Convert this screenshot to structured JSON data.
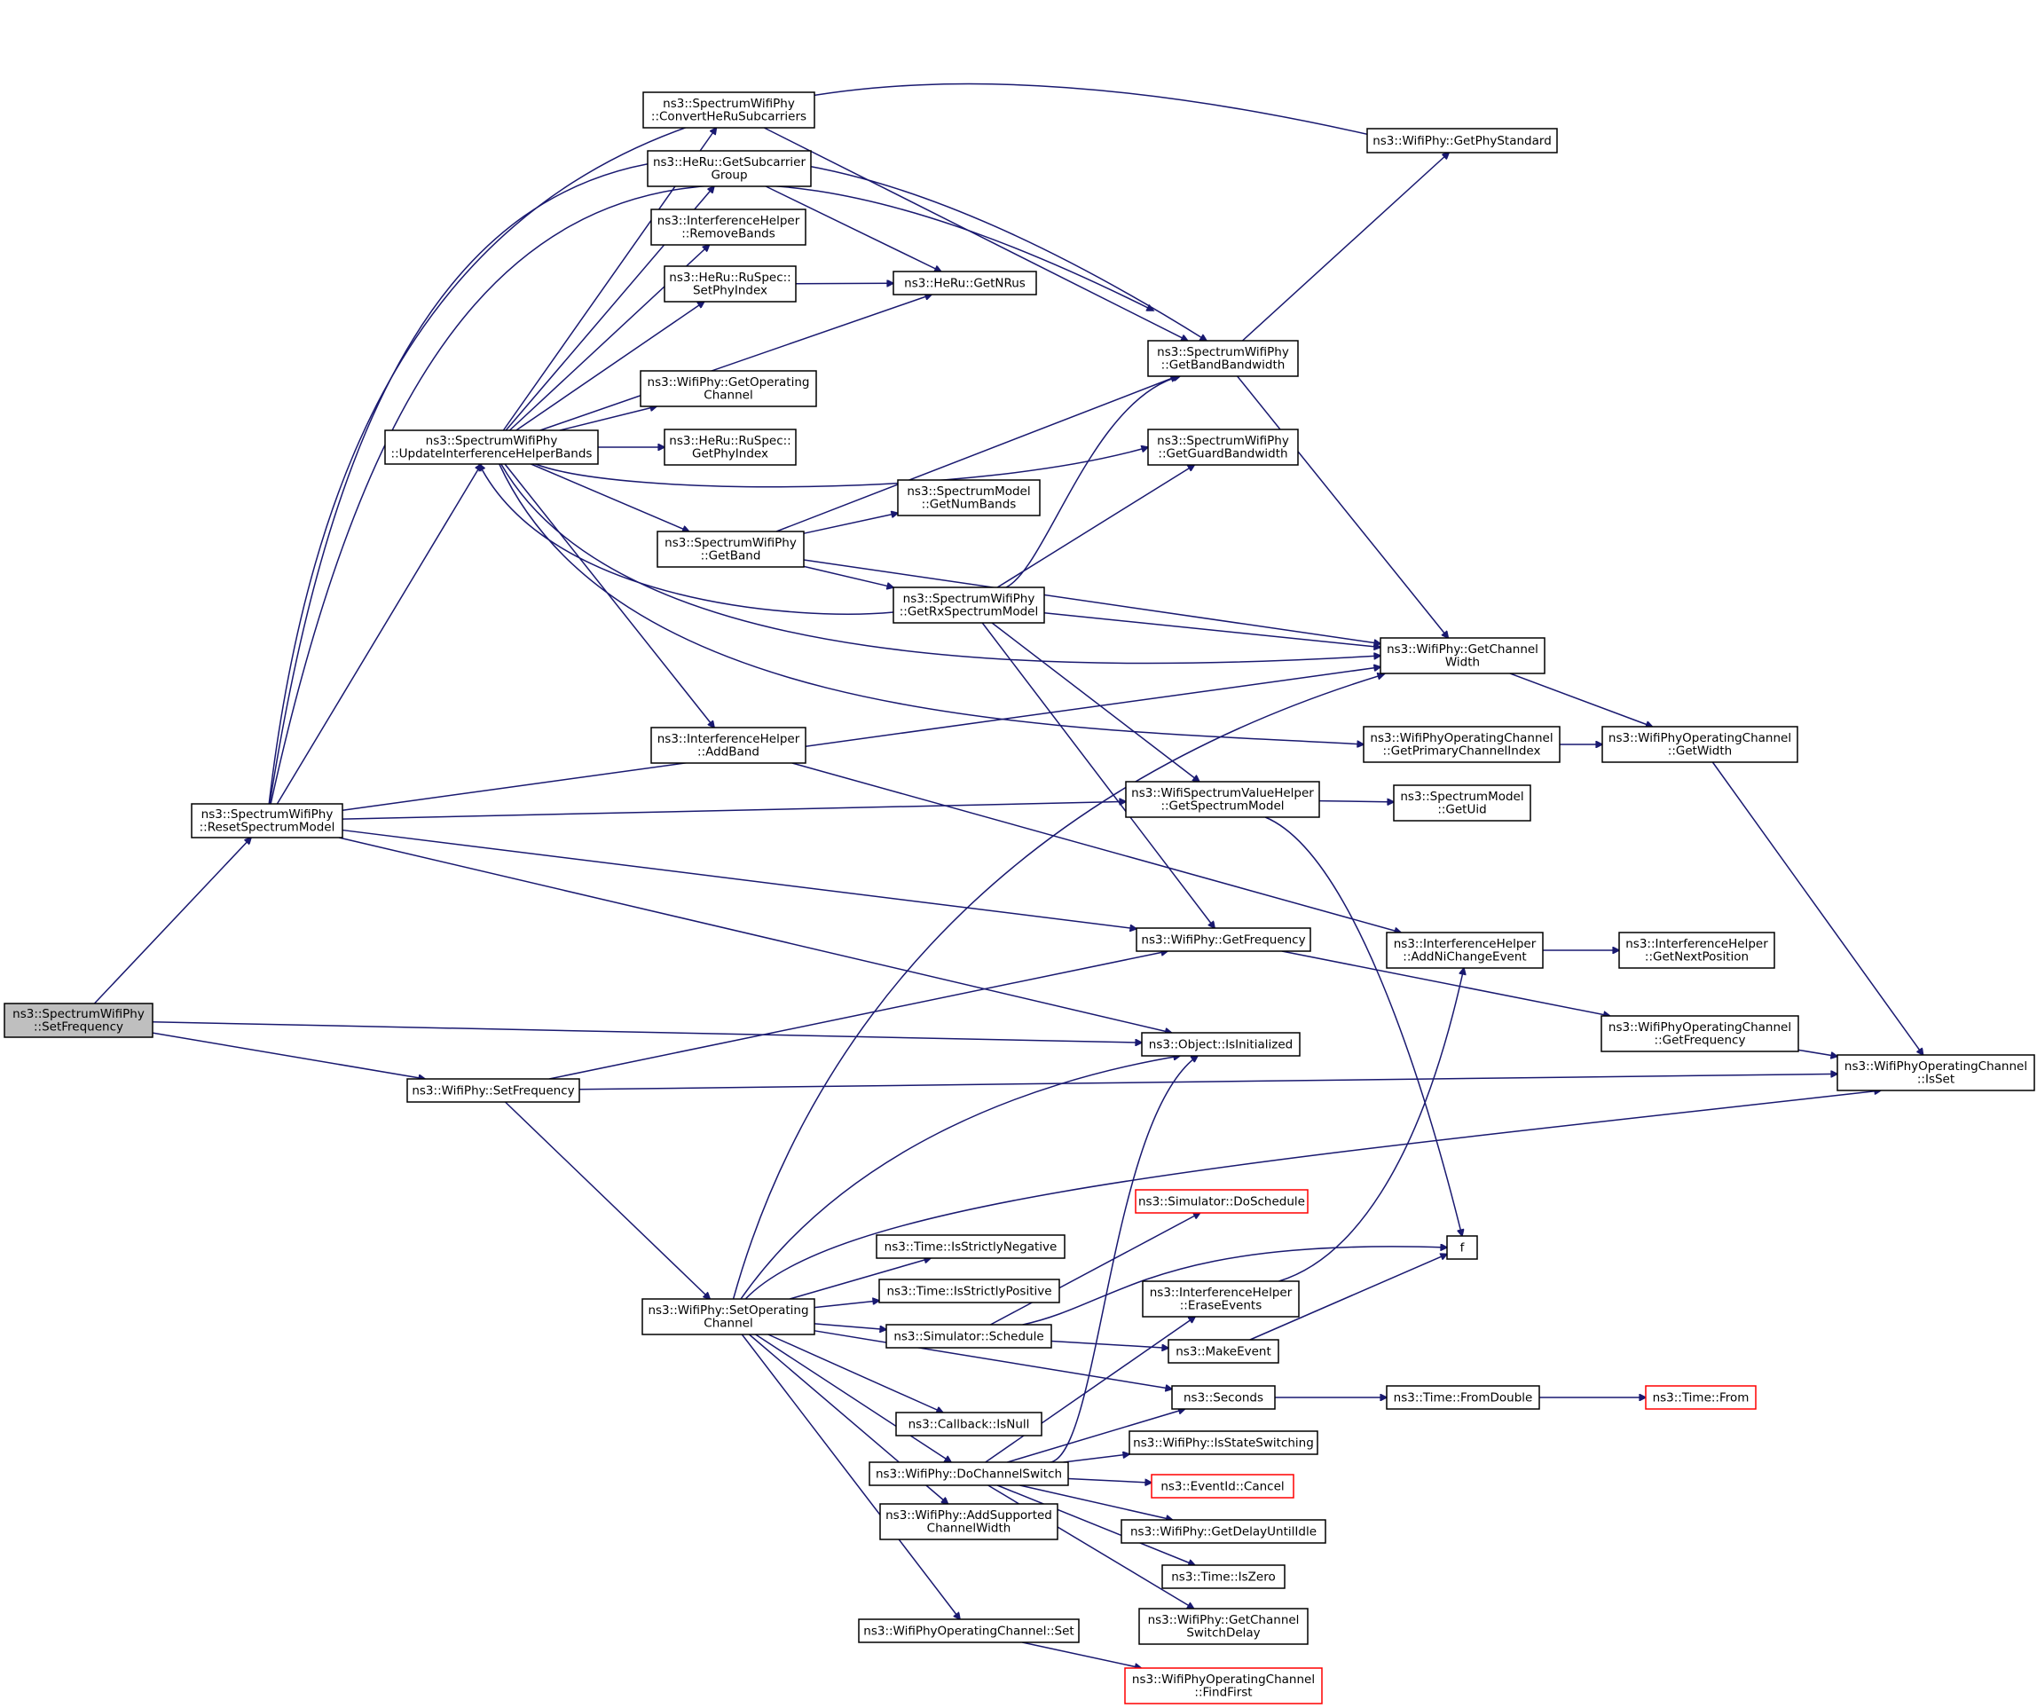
{
  "graph": {
    "colors": {
      "edge": "#191970",
      "node_border": "#000000",
      "truncated_border": "#ff0000",
      "root_fill": "#bfbfbf",
      "node_fill": "#ffffff"
    },
    "nodes": [
      {
        "id": "n0",
        "lines": [
          "ns3::SpectrumWifiPhy",
          "::SetFrequency"
        ],
        "root": true
      },
      {
        "id": "n1",
        "lines": [
          "ns3::SpectrumWifiPhy",
          "::ResetSpectrumModel"
        ]
      },
      {
        "id": "n2",
        "lines": [
          "ns3::SpectrumWifiPhy",
          "::UpdateInterferenceHelperBands"
        ]
      },
      {
        "id": "n3",
        "lines": [
          "ns3::SpectrumWifiPhy",
          "::ConvertHeRuSubcarriers"
        ]
      },
      {
        "id": "n4",
        "lines": [
          "ns3::HeRu::GetSubcarrier",
          "Group"
        ]
      },
      {
        "id": "n5",
        "lines": [
          "ns3::InterferenceHelper",
          "::RemoveBands"
        ]
      },
      {
        "id": "n6",
        "lines": [
          "ns3::HeRu::RuSpec::",
          "SetPhyIndex"
        ]
      },
      {
        "id": "n7",
        "lines": [
          "ns3::HeRu::GetNRus"
        ]
      },
      {
        "id": "n8",
        "lines": [
          "ns3::WifiPhy::GetOperating",
          "Channel"
        ]
      },
      {
        "id": "n9",
        "lines": [
          "ns3::HeRu::RuSpec::",
          "GetPhyIndex"
        ]
      },
      {
        "id": "n10",
        "lines": [
          "ns3::SpectrumModel",
          "::GetNumBands"
        ]
      },
      {
        "id": "n11",
        "lines": [
          "ns3::SpectrumWifiPhy",
          "::GetBand"
        ]
      },
      {
        "id": "n12",
        "lines": [
          "ns3::SpectrumWifiPhy",
          "::GetRxSpectrumModel"
        ]
      },
      {
        "id": "n13",
        "lines": [
          "ns3::InterferenceHelper",
          "::AddBand"
        ]
      },
      {
        "id": "n14",
        "lines": [
          "ns3::WifiPhy::GetPhyStandard"
        ]
      },
      {
        "id": "n15",
        "lines": [
          "ns3::SpectrumWifiPhy",
          "::GetBandBandwidth"
        ]
      },
      {
        "id": "n16",
        "lines": [
          "ns3::SpectrumWifiPhy",
          "::GetGuardBandwidth"
        ]
      },
      {
        "id": "n17",
        "lines": [
          "ns3::WifiPhy::GetChannel",
          "Width"
        ]
      },
      {
        "id": "n18",
        "lines": [
          "ns3::WifiPhyOperatingChannel",
          "::GetPrimaryChannelIndex"
        ]
      },
      {
        "id": "n19",
        "lines": [
          "ns3::WifiPhyOperatingChannel",
          "::GetWidth"
        ]
      },
      {
        "id": "n20",
        "lines": [
          "ns3::WifiSpectrumValueHelper",
          "::GetSpectrumModel"
        ]
      },
      {
        "id": "n21",
        "lines": [
          "ns3::SpectrumModel",
          "::GetUid"
        ]
      },
      {
        "id": "n22",
        "lines": [
          "ns3::WifiPhy::GetFrequency"
        ]
      },
      {
        "id": "n23",
        "lines": [
          "ns3::InterferenceHelper",
          "::AddNiChangeEvent"
        ]
      },
      {
        "id": "n24",
        "lines": [
          "ns3::InterferenceHelper",
          "::GetNextPosition"
        ]
      },
      {
        "id": "n25",
        "lines": [
          "ns3::Object::IsInitialized"
        ]
      },
      {
        "id": "n26",
        "lines": [
          "ns3::WifiPhyOperatingChannel",
          "::GetFrequency"
        ]
      },
      {
        "id": "n27",
        "lines": [
          "ns3::WifiPhyOperatingChannel",
          "::IsSet"
        ]
      },
      {
        "id": "n28",
        "lines": [
          "ns3::WifiPhy::SetFrequency"
        ]
      },
      {
        "id": "n29",
        "lines": [
          "ns3::WifiPhy::SetOperating",
          "Channel"
        ]
      },
      {
        "id": "n30",
        "lines": [
          "ns3::Simulator::DoSchedule"
        ],
        "truncated": true
      },
      {
        "id": "n31",
        "lines": [
          "ns3::Time::IsStrictlyNegative"
        ]
      },
      {
        "id": "n32",
        "lines": [
          "f"
        ]
      },
      {
        "id": "n33",
        "lines": [
          "ns3::Time::IsStrictlyPositive"
        ]
      },
      {
        "id": "n34",
        "lines": [
          "ns3::InterferenceHelper",
          "::EraseEvents"
        ]
      },
      {
        "id": "n35",
        "lines": [
          "ns3::Simulator::Schedule"
        ]
      },
      {
        "id": "n36",
        "lines": [
          "ns3::MakeEvent"
        ]
      },
      {
        "id": "n37",
        "lines": [
          "ns3::Seconds"
        ]
      },
      {
        "id": "n38",
        "lines": [
          "ns3::Time::FromDouble"
        ]
      },
      {
        "id": "n39",
        "lines": [
          "ns3::Time::From"
        ],
        "truncated": true
      },
      {
        "id": "n40",
        "lines": [
          "ns3::Callback::IsNull"
        ]
      },
      {
        "id": "n41",
        "lines": [
          "ns3::WifiPhy::IsStateSwitching"
        ]
      },
      {
        "id": "n42",
        "lines": [
          "ns3::WifiPhy::DoChannelSwitch"
        ]
      },
      {
        "id": "n43",
        "lines": [
          "ns3::EventId::Cancel"
        ],
        "truncated": true
      },
      {
        "id": "n44",
        "lines": [
          "ns3::WifiPhy::AddSupported",
          "ChannelWidth"
        ]
      },
      {
        "id": "n45",
        "lines": [
          "ns3::WifiPhy::GetDelayUntilIdle"
        ]
      },
      {
        "id": "n46",
        "lines": [
          "ns3::Time::IsZero"
        ]
      },
      {
        "id": "n47",
        "lines": [
          "ns3::WifiPhy::GetChannel",
          "SwitchDelay"
        ]
      },
      {
        "id": "n48",
        "lines": [
          "ns3::WifiPhyOperatingChannel::Set"
        ]
      },
      {
        "id": "n49",
        "lines": [
          "ns3::WifiPhyOperatingChannel",
          "::FindFirst"
        ],
        "truncated": true
      }
    ],
    "edges": [
      {
        "from": "n0",
        "to": "n1"
      },
      {
        "from": "n0",
        "to": "n25"
      },
      {
        "from": "n0",
        "to": "n28"
      },
      {
        "from": "n1",
        "to": "n2"
      },
      {
        "from": "n1",
        "to": "n14"
      },
      {
        "from": "n1",
        "to": "n15"
      },
      {
        "from": "n1",
        "to": "n16"
      },
      {
        "from": "n1",
        "to": "n17"
      },
      {
        "from": "n1",
        "to": "n20"
      },
      {
        "from": "n1",
        "to": "n22"
      },
      {
        "from": "n1",
        "to": "n25"
      },
      {
        "from": "n2",
        "to": "n3"
      },
      {
        "from": "n2",
        "to": "n4"
      },
      {
        "from": "n2",
        "to": "n5"
      },
      {
        "from": "n2",
        "to": "n6"
      },
      {
        "from": "n2",
        "to": "n7"
      },
      {
        "from": "n2",
        "to": "n8"
      },
      {
        "from": "n2",
        "to": "n9"
      },
      {
        "from": "n2",
        "to": "n16"
      },
      {
        "from": "n2",
        "to": "n11"
      },
      {
        "from": "n2",
        "to": "n17"
      },
      {
        "from": "n2",
        "to": "n18"
      },
      {
        "from": "n2",
        "to": "n13"
      },
      {
        "from": "n3",
        "to": "n15"
      },
      {
        "from": "n4",
        "to": "n7"
      },
      {
        "from": "n6",
        "to": "n7"
      },
      {
        "from": "n11",
        "to": "n15"
      },
      {
        "from": "n11",
        "to": "n10"
      },
      {
        "from": "n11",
        "to": "n17"
      },
      {
        "from": "n11",
        "to": "n12"
      },
      {
        "from": "n12",
        "to": "n2"
      },
      {
        "from": "n12",
        "to": "n15"
      },
      {
        "from": "n12",
        "to": "n16"
      },
      {
        "from": "n12",
        "to": "n17"
      },
      {
        "from": "n12",
        "to": "n20"
      },
      {
        "from": "n12",
        "to": "n22"
      },
      {
        "from": "n13",
        "to": "n23"
      },
      {
        "from": "n15",
        "to": "n14"
      },
      {
        "from": "n15",
        "to": "n17"
      },
      {
        "from": "n17",
        "to": "n19"
      },
      {
        "from": "n18",
        "to": "n19"
      },
      {
        "from": "n19",
        "to": "n27"
      },
      {
        "from": "n20",
        "to": "n21"
      },
      {
        "from": "n20",
        "to": "n32"
      },
      {
        "from": "n22",
        "to": "n26"
      },
      {
        "from": "n23",
        "to": "n24"
      },
      {
        "from": "n26",
        "to": "n27"
      },
      {
        "from": "n28",
        "to": "n22"
      },
      {
        "from": "n28",
        "to": "n27"
      },
      {
        "from": "n28",
        "to": "n29"
      },
      {
        "from": "n29",
        "to": "n17"
      },
      {
        "from": "n29",
        "to": "n25"
      },
      {
        "from": "n29",
        "to": "n27"
      },
      {
        "from": "n29",
        "to": "n31"
      },
      {
        "from": "n29",
        "to": "n33"
      },
      {
        "from": "n29",
        "to": "n35"
      },
      {
        "from": "n29",
        "to": "n37"
      },
      {
        "from": "n29",
        "to": "n40"
      },
      {
        "from": "n29",
        "to": "n42"
      },
      {
        "from": "n29",
        "to": "n44"
      },
      {
        "from": "n29",
        "to": "n48"
      },
      {
        "from": "n34",
        "to": "n23"
      },
      {
        "from": "n35",
        "to": "n30"
      },
      {
        "from": "n35",
        "to": "n32"
      },
      {
        "from": "n35",
        "to": "n36"
      },
      {
        "from": "n36",
        "to": "n32"
      },
      {
        "from": "n37",
        "to": "n38"
      },
      {
        "from": "n38",
        "to": "n39"
      },
      {
        "from": "n42",
        "to": "n25"
      },
      {
        "from": "n42",
        "to": "n34"
      },
      {
        "from": "n42",
        "to": "n37"
      },
      {
        "from": "n42",
        "to": "n41"
      },
      {
        "from": "n42",
        "to": "n43"
      },
      {
        "from": "n42",
        "to": "n45"
      },
      {
        "from": "n42",
        "to": "n46"
      },
      {
        "from": "n42",
        "to": "n47"
      },
      {
        "from": "n48",
        "to": "n49"
      }
    ]
  }
}
